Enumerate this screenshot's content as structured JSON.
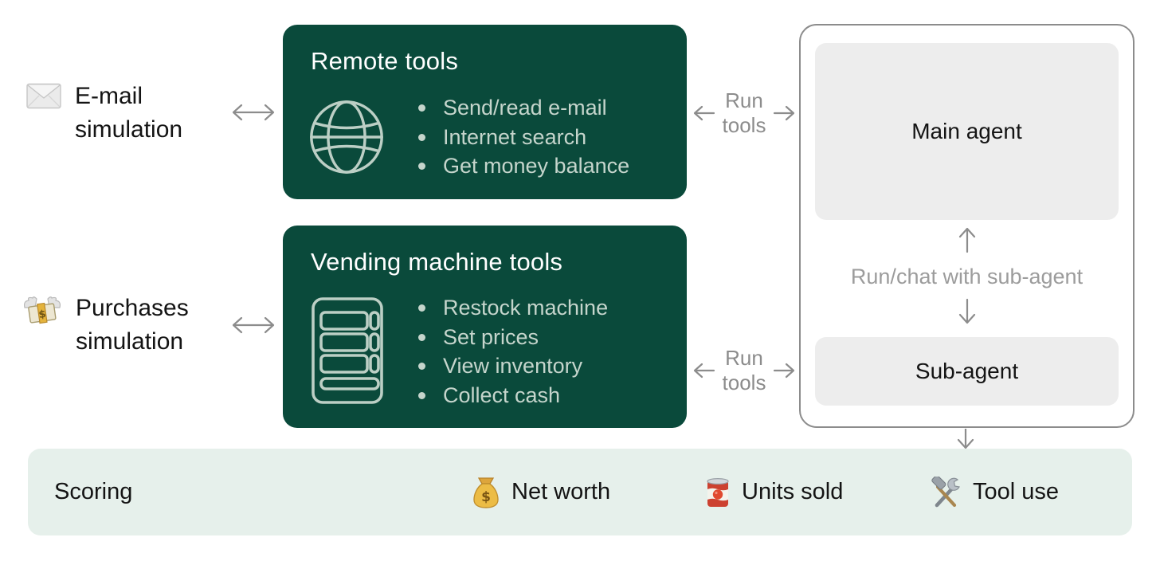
{
  "left_panel": {
    "email": {
      "icon": "envelope-icon",
      "label": "E-mail\nsimulation"
    },
    "purchases": {
      "icon": "money-with-wings-icon",
      "label": "Purchases\nsimulation"
    }
  },
  "boxes": {
    "remote": {
      "title": "Remote tools",
      "icon": "globe-icon",
      "items": [
        "Send/read e-mail",
        "Internet search",
        "Get money balance"
      ]
    },
    "vending": {
      "title": "Vending machine tools",
      "icon": "vending-machine-icon",
      "items": [
        "Restock machine",
        "Set prices",
        "View inventory",
        "Collect cash"
      ]
    }
  },
  "run_tools_label": "Run\ntools",
  "agents": {
    "main_label": "Main agent",
    "sub_label": "Sub-agent",
    "relation_label": "Run/chat with sub-agent"
  },
  "scoring": {
    "title": "Scoring",
    "metrics": [
      {
        "icon": "money-bag-icon",
        "label": "Net worth"
      },
      {
        "icon": "canned-food-icon",
        "label": "Units sold"
      },
      {
        "icon": "hammer-wrench-icon",
        "label": "Tool use"
      }
    ]
  },
  "colors": {
    "box_green": "#0A4A3B",
    "box_text": "#C5D5CC",
    "icon_stroke": "#BCCFC5",
    "scoring_bg": "#E6F0EB",
    "gray": "#8C8C8C",
    "gray_light": "#9C9C9C",
    "agent_box_bg": "#EDEDED",
    "ink": "#141414"
  }
}
